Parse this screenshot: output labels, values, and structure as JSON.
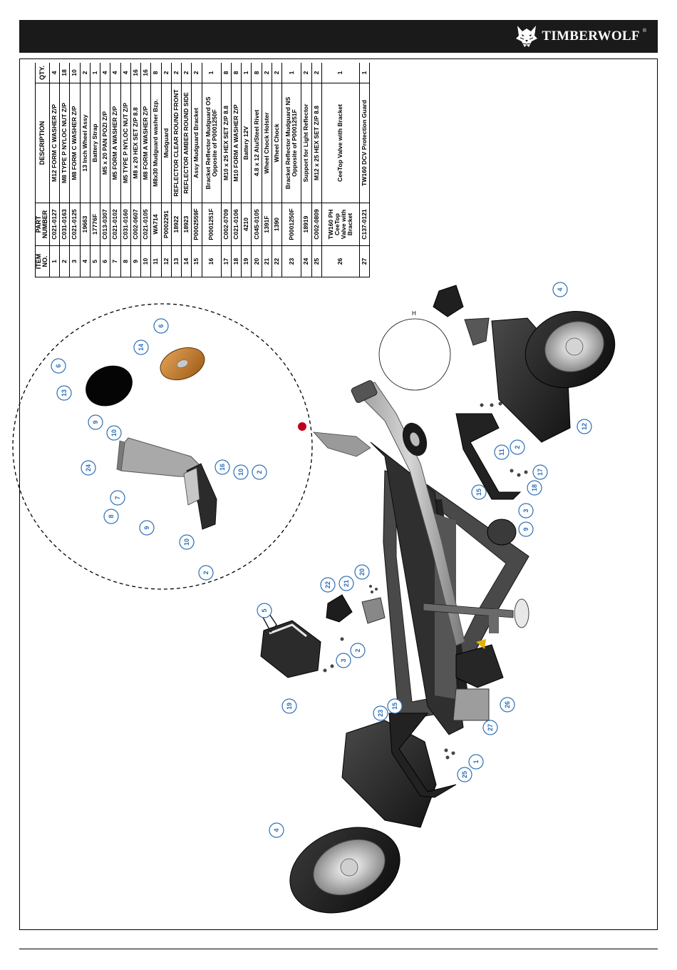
{
  "brand": {
    "name": "TIMBERWOLF",
    "reg": "®",
    "logo_icon": "wolf-head-icon"
  },
  "table": {
    "headers": {
      "item": "ITEM NO.",
      "part": "PART NUMBER",
      "desc": "DESCRIPTION",
      "qty": "QTY."
    },
    "rows": [
      {
        "item": "1",
        "part": "C021-0127",
        "desc": "M12 FORM C WASHER Z/P",
        "qty": "4"
      },
      {
        "item": "2",
        "part": "C031-0163",
        "desc": "M8 TYPE P NYLOC NUT Z/P",
        "qty": "18"
      },
      {
        "item": "3",
        "part": "C021-0125",
        "desc": "M8 FORM C WASHER Z/P",
        "qty": "10"
      },
      {
        "item": "4",
        "part": "19663",
        "desc": "13 Inch Wheel Assy",
        "qty": "2"
      },
      {
        "item": "5",
        "part": "17776F",
        "desc": "Battery Strap",
        "qty": "1"
      },
      {
        "item": "6",
        "part": "C013-0307",
        "desc": "M5 x 20 PAN POZI Z/P",
        "qty": "4"
      },
      {
        "item": "7",
        "part": "C021-0102",
        "desc": "M5 FORM A WASHER Z/P",
        "qty": "4"
      },
      {
        "item": "8",
        "part": "C031-0160",
        "desc": "M5 TYPE P NYLOC NUT Z/P",
        "qty": "4"
      },
      {
        "item": "9",
        "part": "C002-0607",
        "desc": "M8 x 20 HEX SET Z/P 8.8",
        "qty": "16"
      },
      {
        "item": "10",
        "part": "C021-0105",
        "desc": "M8 FORM A WASHER Z/P",
        "qty": "16"
      },
      {
        "item": "11",
        "part": "WA714",
        "desc": "M8x30 Mudguard washer Bzp.",
        "qty": "8"
      },
      {
        "item": "12",
        "part": "P0002291",
        "desc": "Mudguard",
        "qty": "2"
      },
      {
        "item": "13",
        "part": "18922",
        "desc": "REFLECTOR CLEAR ROUND FRONT",
        "qty": "2"
      },
      {
        "item": "14",
        "part": "18923",
        "desc": "REFLECTOR AMBER ROUND SIDE",
        "qty": "2"
      },
      {
        "item": "15",
        "part": "P0002559F",
        "desc": "Assy Mudguard Bracket",
        "qty": "2"
      },
      {
        "item": "16",
        "part": "P0001251F",
        "desc": "Bracket Reflector Mudguard OS Opposite of P0001250F",
        "qty": "1"
      },
      {
        "item": "17",
        "part": "C002-0709",
        "desc": "M10 x 25 HEX SET Z/P 8.8",
        "qty": "8"
      },
      {
        "item": "18",
        "part": "C021-0106",
        "desc": "M10 FORM A WASHER Z/P",
        "qty": "8"
      },
      {
        "item": "19",
        "part": "4210",
        "desc": "Battery 12V",
        "qty": "1"
      },
      {
        "item": "20",
        "part": "C045-0105",
        "desc": "4.8 x 12 Alu/Steel Rivet",
        "qty": "8"
      },
      {
        "item": "21",
        "part": "1391F",
        "desc": "Wheel Chock Holster",
        "qty": "2"
      },
      {
        "item": "22",
        "part": "1390",
        "desc": "Wheel Chock",
        "qty": "2"
      },
      {
        "item": "23",
        "part": "P0001250F",
        "desc": "Bracket Reflector Mudguard NS Opposite of P0001251F",
        "qty": "1"
      },
      {
        "item": "24",
        "part": "18919",
        "desc": "Support for Light Reflector",
        "qty": "2"
      },
      {
        "item": "25",
        "part": "C002-0809",
        "desc": "M12 x 25 HEX SET Z/P 8.8",
        "qty": "2"
      },
      {
        "item": "26",
        "part": "TW160 PH CeeTop Valve with Bracket",
        "desc": "CeeTop Valve with Bracket",
        "qty": "1"
      },
      {
        "item": "27",
        "part": "C137-0121",
        "desc": "TW160 DCV Protection Guard",
        "qty": "1"
      }
    ]
  },
  "detail_label": "H",
  "callouts": [
    "6",
    "14",
    "6",
    "13",
    "9",
    "10",
    "24",
    "16",
    "10",
    "2",
    "7",
    "8",
    "9",
    "10",
    "2",
    "4",
    "12",
    "11",
    "2",
    "17",
    "18",
    "15",
    "3",
    "9",
    "22",
    "21",
    "20",
    "5",
    "3",
    "2",
    "19",
    "26",
    "27",
    "23",
    "15",
    "1",
    "25",
    "4"
  ]
}
